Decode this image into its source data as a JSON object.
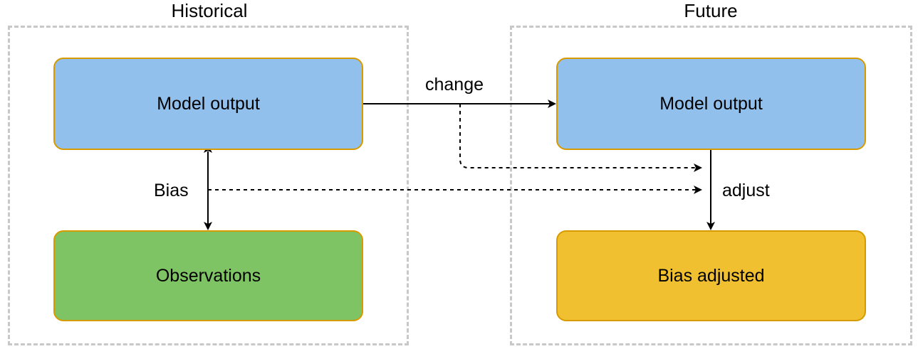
{
  "groups": {
    "historical": {
      "title": "Historical"
    },
    "future": {
      "title": "Future"
    }
  },
  "nodes": {
    "hist_model": {
      "label": "Model output"
    },
    "observations": {
      "label": "Observations"
    },
    "future_model": {
      "label": "Model output"
    },
    "bias_adjusted": {
      "label": "Bias adjusted"
    }
  },
  "edge_labels": {
    "change": "change",
    "bias": "Bias",
    "adjust": "adjust"
  },
  "colors": {
    "model_fill": "#92c0ec",
    "observations_fill": "#7ec464",
    "adjusted_fill": "#f0c030",
    "node_border": "#d79b00",
    "group_border": "#c8c8c8"
  }
}
